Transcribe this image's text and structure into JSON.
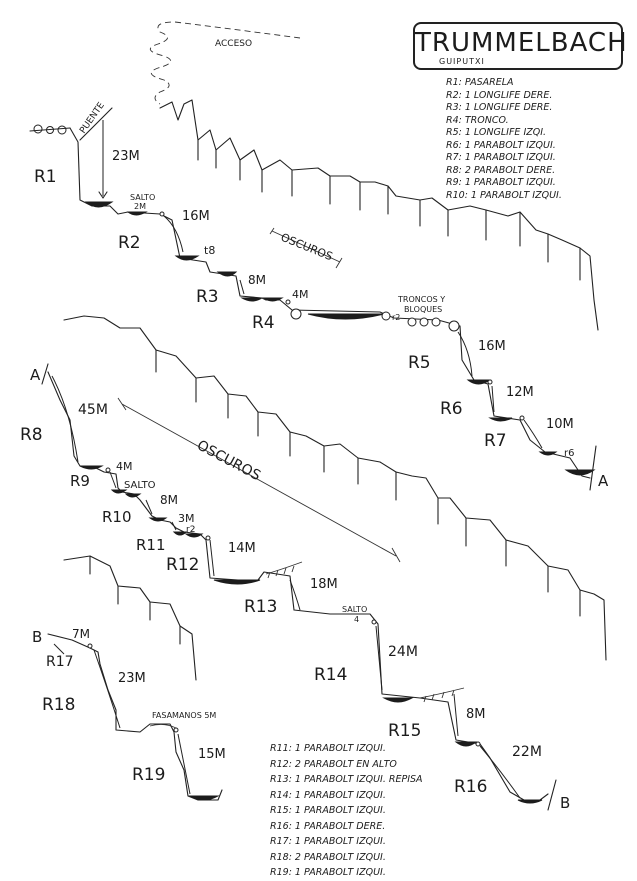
{
  "title": "TRUMMELBACH",
  "subtitle": "GUIPUTXI",
  "labels": {
    "acceso": "ACCESO",
    "puente": "PUENTE",
    "oscuros_top": "OSCUROS",
    "oscuros_mid": "OSCUROS",
    "troncos": "TRONCOS Y",
    "bloques": "BLOQUES",
    "salto_2m_a": "SALTO",
    "salto_2m_b": "2M",
    "salto_r9": "SALTO",
    "salto4_a": "SALTO",
    "salto4_b": "4",
    "fasamanos": "FASAMANOS 5M",
    "mark_a_left": "A",
    "mark_a_right": "A",
    "mark_b_left": "B",
    "mark_b_right": "B"
  },
  "rappels": [
    {
      "id": "R1",
      "height": "23M"
    },
    {
      "id": "R2",
      "height": "16M"
    },
    {
      "id": "R3",
      "height": "8M"
    },
    {
      "id": "R4",
      "height": "4M"
    },
    {
      "id": "R5",
      "height": "16M"
    },
    {
      "id": "R6",
      "height": "12M"
    },
    {
      "id": "R7",
      "height": "10M"
    },
    {
      "id": "R8",
      "height": "45M"
    },
    {
      "id": "R9",
      "height": "4M"
    },
    {
      "id": "R10",
      "height": "8M"
    },
    {
      "id": "R11",
      "height": "3M"
    },
    {
      "id": "R12",
      "height": "14M"
    },
    {
      "id": "R13",
      "height": "18M"
    },
    {
      "id": "R14",
      "height": "24M"
    },
    {
      "id": "R15",
      "height": "8M"
    },
    {
      "id": "R16",
      "height": "22M"
    },
    {
      "id": "R17",
      "height": "7M"
    },
    {
      "id": "R18",
      "height": "23M"
    },
    {
      "id": "R19",
      "height": "15M"
    }
  ],
  "small_marks": {
    "t8": "t8",
    "r2_r4": "r2",
    "r2_r11": "r2",
    "r6": "r6"
  },
  "legend_top": [
    "R1: PASARELA",
    "R2: 1 LONGLIFE DERE.",
    "R3: 1 LONGLIFE DERE.",
    "R4: TRONCO.",
    "R5: 1 LONGLIFE IZQI.",
    "R6: 1 PARABOLT IZQUI.",
    "R7: 1 PARABOLT IZQUI.",
    "R8: 2 PARABOLT DERE.",
    "R9: 1 PARABOLT IZQUI.",
    "R10: 1 PARABOLT IZQUI."
  ],
  "legend_bottom": [
    "R11: 1 PARABOLT IZQUI.",
    "R12: 2 PARABOLT EN ALTO",
    "R13: 1 PARABOLT IZQUI. REPISA",
    "R14: 1 PARABOLT IZQUI.",
    "R15: 1 PARABOLT IZQUI.",
    "R16: 1 PARABOLT DERE.",
    "R17: 1 PARABOLT IZQUI.",
    "R18: 2 PARABOLT IZQUI.",
    "R19: 1 PARABOLT IZQUI."
  ]
}
